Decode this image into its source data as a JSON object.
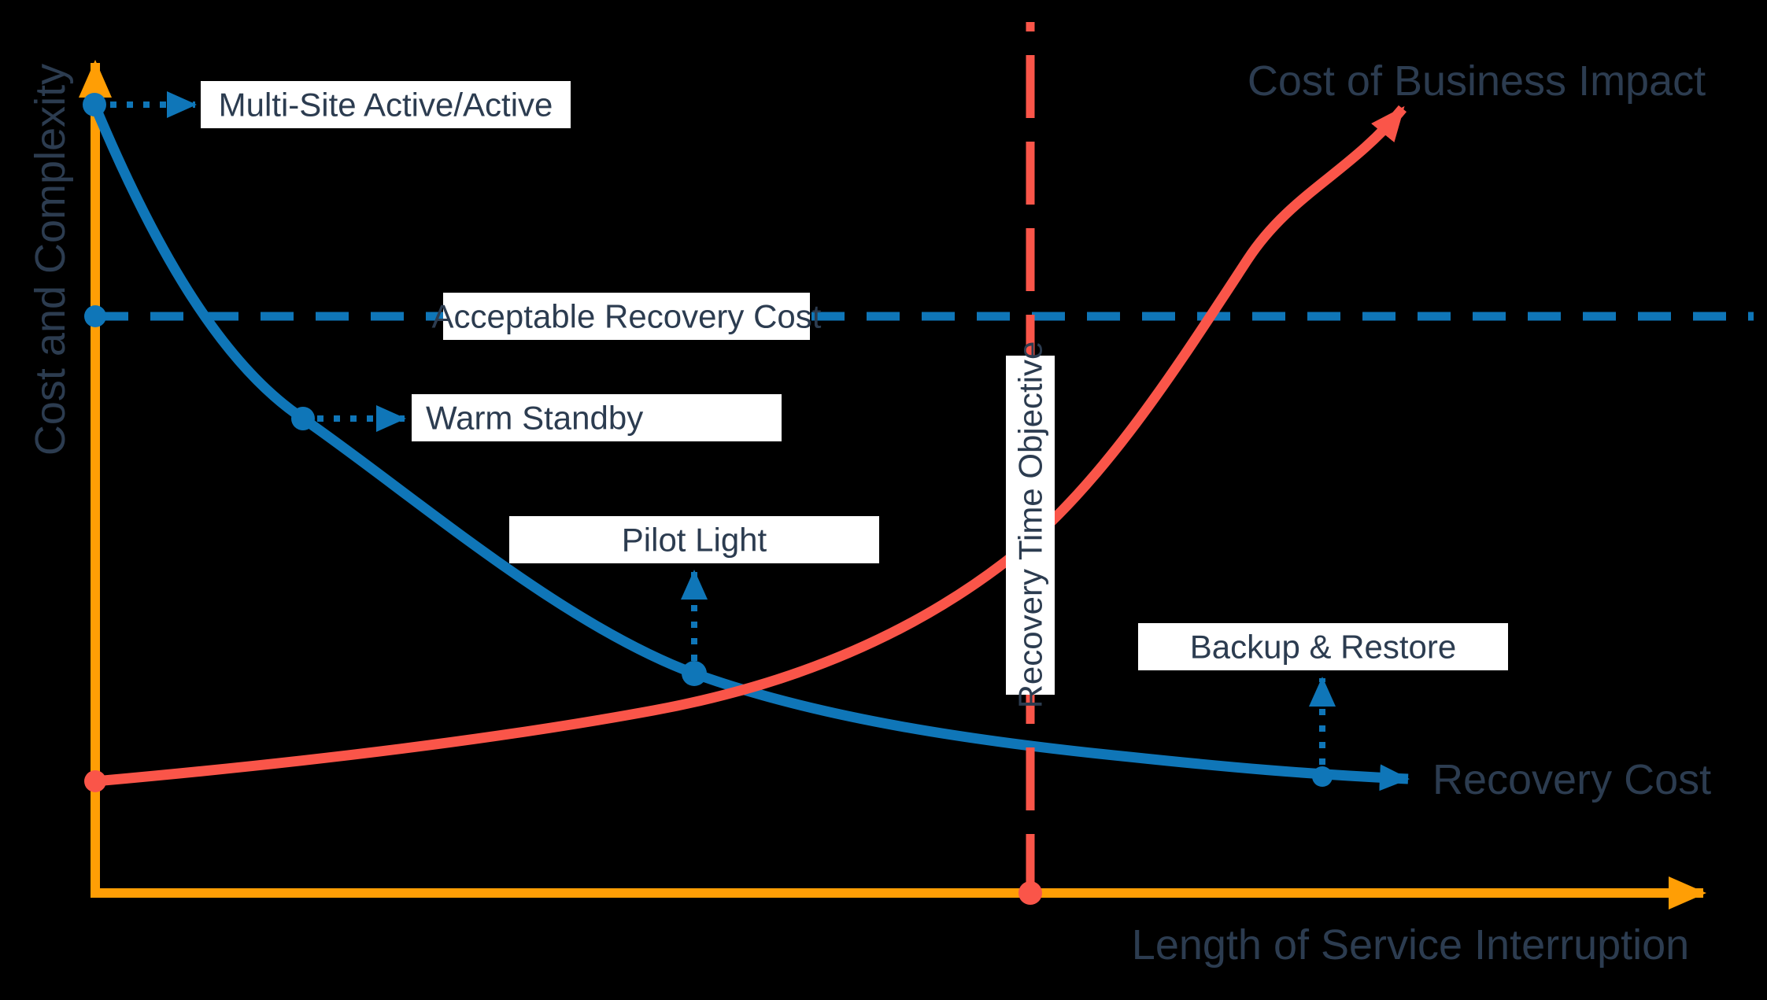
{
  "title": "Disaster recovery strategies: cost and complexity vs length of service interruption",
  "colors": {
    "background": "#000000",
    "axis_orange": "#FF9E05",
    "curve_blue": "#0F76B8",
    "curve_red": "#FA5549",
    "text_navy": "#2C3C50",
    "label_background": "#FFFFFF"
  },
  "y_axis": {
    "label": "Cost and Complexity"
  },
  "x_axis": {
    "label": "Length of Service Interruption"
  },
  "curves": {
    "business_impact": {
      "name": "Cost of Business Impact",
      "color": "#FA5549",
      "shape": "rises slowly then steeply with longer interruption"
    },
    "recovery": {
      "name": "Recovery Cost",
      "color": "#0F76B8",
      "shape": "falls steeply then flattens with longer interruption"
    }
  },
  "guides": {
    "acceptable_recovery_cost": "Acceptable Recovery Cost",
    "recovery_time_objective": "Recovery Time Objective"
  },
  "strategies": [
    {
      "label": "Multi-Site Active/Active",
      "position": "highest cost and complexity, shortest interruption"
    },
    {
      "label": "Warm Standby",
      "position": "second highest cost and complexity"
    },
    {
      "label": "Pilot Light",
      "position": "mid cost and complexity"
    },
    {
      "label": "Backup & Restore",
      "position": "lowest cost and complexity, longest interruption"
    }
  ]
}
